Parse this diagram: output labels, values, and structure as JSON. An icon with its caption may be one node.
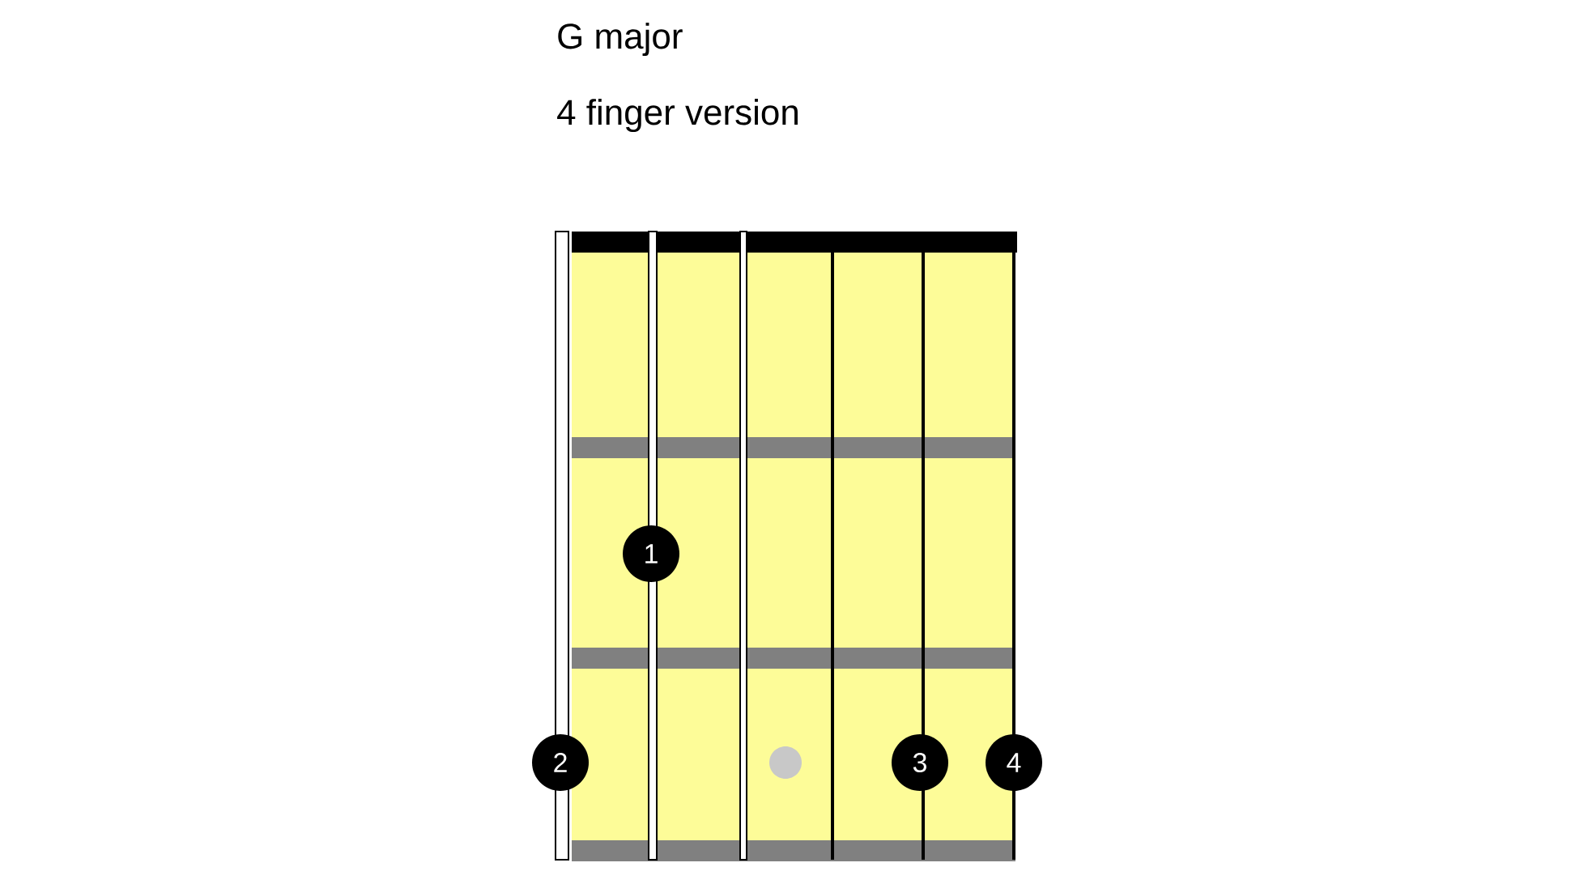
{
  "diagram": {
    "title": "G major",
    "nodes": [
      {
        "text": [
          "1"
        ]
      },
      {
        "text": [
          "2"
        ]
      },
      {
        "text": [],
        "shape": "circle"
      },
      {
        "text": [
          "3"
        ]
      },
      {
        "text": [
          "4"
        ]
      }
    ],
    "labels": [
      "4 finger version"
    ]
  }
}
